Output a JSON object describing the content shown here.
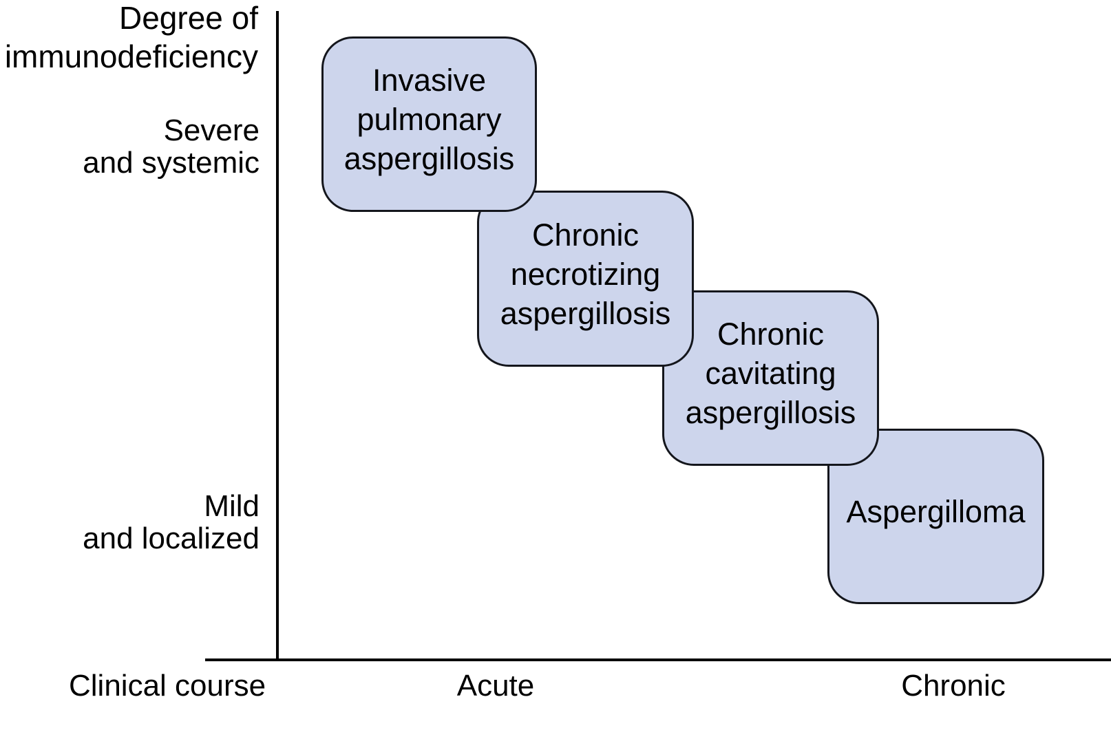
{
  "diagram": {
    "y_axis": {
      "title": "Degree of\nimmunodeficiency",
      "label_top": "Severe\nand systemic",
      "label_bottom": "Mild\nand localized"
    },
    "x_axis": {
      "title": "Clinical course",
      "label_left": "Acute",
      "label_right": "Chronic"
    },
    "boxes": [
      {
        "id": "invasive-pulmonary-aspergillosis",
        "label": "Invasive\npulmonary\naspergillosis"
      },
      {
        "id": "chronic-necrotizing-aspergillosis",
        "label": "Chronic\nnecrotizing\naspergillosis"
      },
      {
        "id": "chronic-cavitating-aspergillosis",
        "label": "Chronic\ncavitating\naspergillosis"
      },
      {
        "id": "aspergilloma",
        "label": "Aspergilloma"
      }
    ],
    "colors": {
      "box_fill": "#cdd5ec",
      "box_border": "#14161c",
      "axis": "#000000",
      "text": "#000000",
      "background": "#ffffff"
    }
  }
}
